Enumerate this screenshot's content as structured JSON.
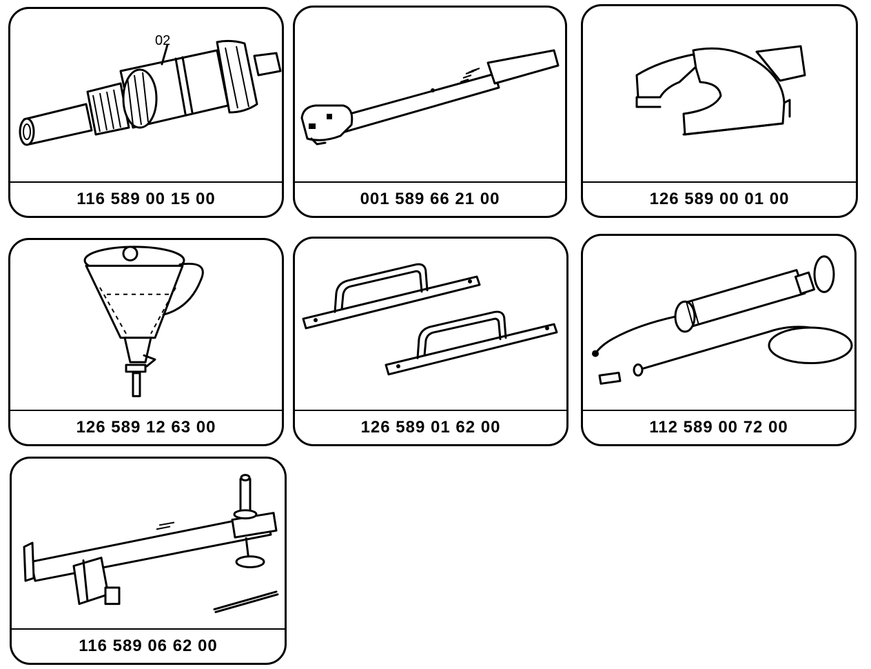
{
  "tools": [
    {
      "part_number": "116 589 00 15 00",
      "callout": "02",
      "icon": "bearing-puller-mandrel-icon"
    },
    {
      "part_number": "001 589 66 21 00",
      "icon": "torque-wrench-icon"
    },
    {
      "part_number": "126 589 00 01 00",
      "icon": "open-end-wrench-insert-icon"
    },
    {
      "part_number": "126 589 12 63 00",
      "icon": "oil-funnel-icon"
    },
    {
      "part_number": "126 589 01 62 00",
      "icon": "support-brackets-icon"
    },
    {
      "part_number": "112 589 00 72 00",
      "icon": "suction-pump-syringe-icon"
    },
    {
      "part_number": "116 589 06 62 00",
      "icon": "alignment-gauge-icon"
    }
  ]
}
